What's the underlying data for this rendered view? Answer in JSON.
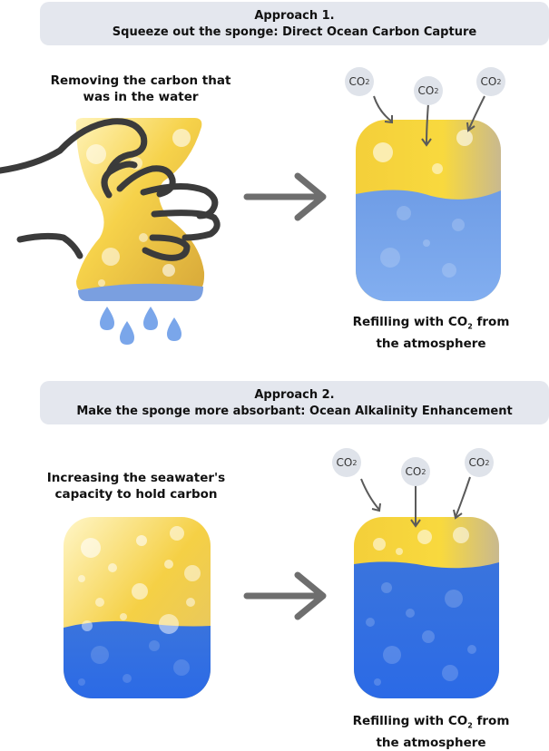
{
  "approach1": {
    "title_line1": "Approach 1.",
    "title_line2": "Squeeze out the sponge: Direct Ocean Carbon Capture",
    "left_caption_line1": "Removing the carbon that",
    "left_caption_line2": "was in the water",
    "right_caption_line1_prefix": "Refilling with CO",
    "right_caption_line1_sub": "2",
    "right_caption_line1_suffix": " from",
    "right_caption_line2": "the atmosphere",
    "co2_labels": [
      "CO",
      "CO",
      "CO"
    ],
    "co2_sub": "2"
  },
  "approach2": {
    "title_line1": "Approach 2.",
    "title_line2": "Make the sponge more absorbant: Ocean Alkalinity Enhancement",
    "left_caption_line1": "Increasing the seawater's",
    "left_caption_line2": "capacity to hold carbon",
    "right_caption_line1_prefix": "Refilling with CO",
    "right_caption_line1_sub": "2",
    "right_caption_line1_suffix": " from",
    "right_caption_line2": "the atmosphere",
    "co2_labels": [
      "CO",
      "CO",
      "CO"
    ],
    "co2_sub": "2"
  },
  "colors": {
    "banner": "#e4e7ee",
    "sponge_yellow": "#f3cf3e",
    "water_light_blue": "#7aa6ea",
    "water_deep_blue": "#2f6fe0",
    "arrow_gray": "#6e6e6e",
    "hand_outline": "#3b3b3b"
  }
}
